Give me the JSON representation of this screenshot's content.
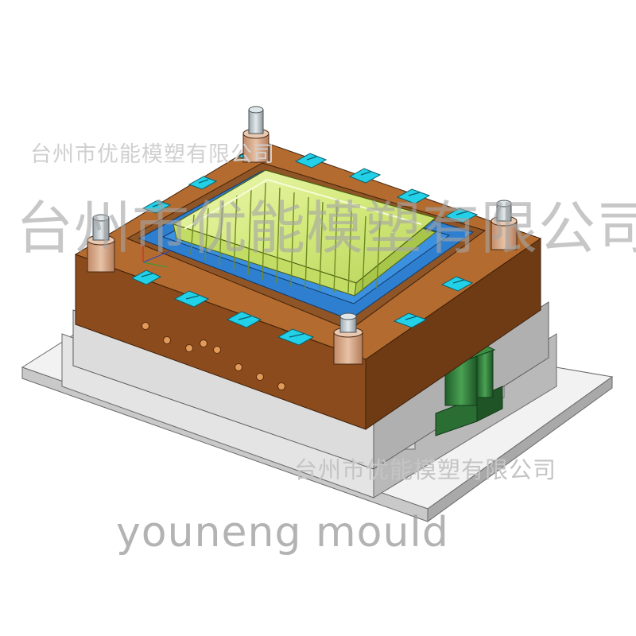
{
  "watermarks": {
    "top_cn": "台州市优能模塑有限公司",
    "center_cn": "台州市优能模塑有限公司",
    "lower_cn": "台州市优能模塑有限公司",
    "english": "youneng mould"
  },
  "colors": {
    "plate_top": "#f0f0f0",
    "plate_side": "#bdbdbd",
    "mould_top": "#b36a2e",
    "mould_front": "#8a4a1c",
    "mould_right": "#6f3c16",
    "cavity": "#2f7fd1",
    "part": "#d9ef8b",
    "pin": "#d4a98a",
    "cylinder": "#2f7d3a"
  }
}
